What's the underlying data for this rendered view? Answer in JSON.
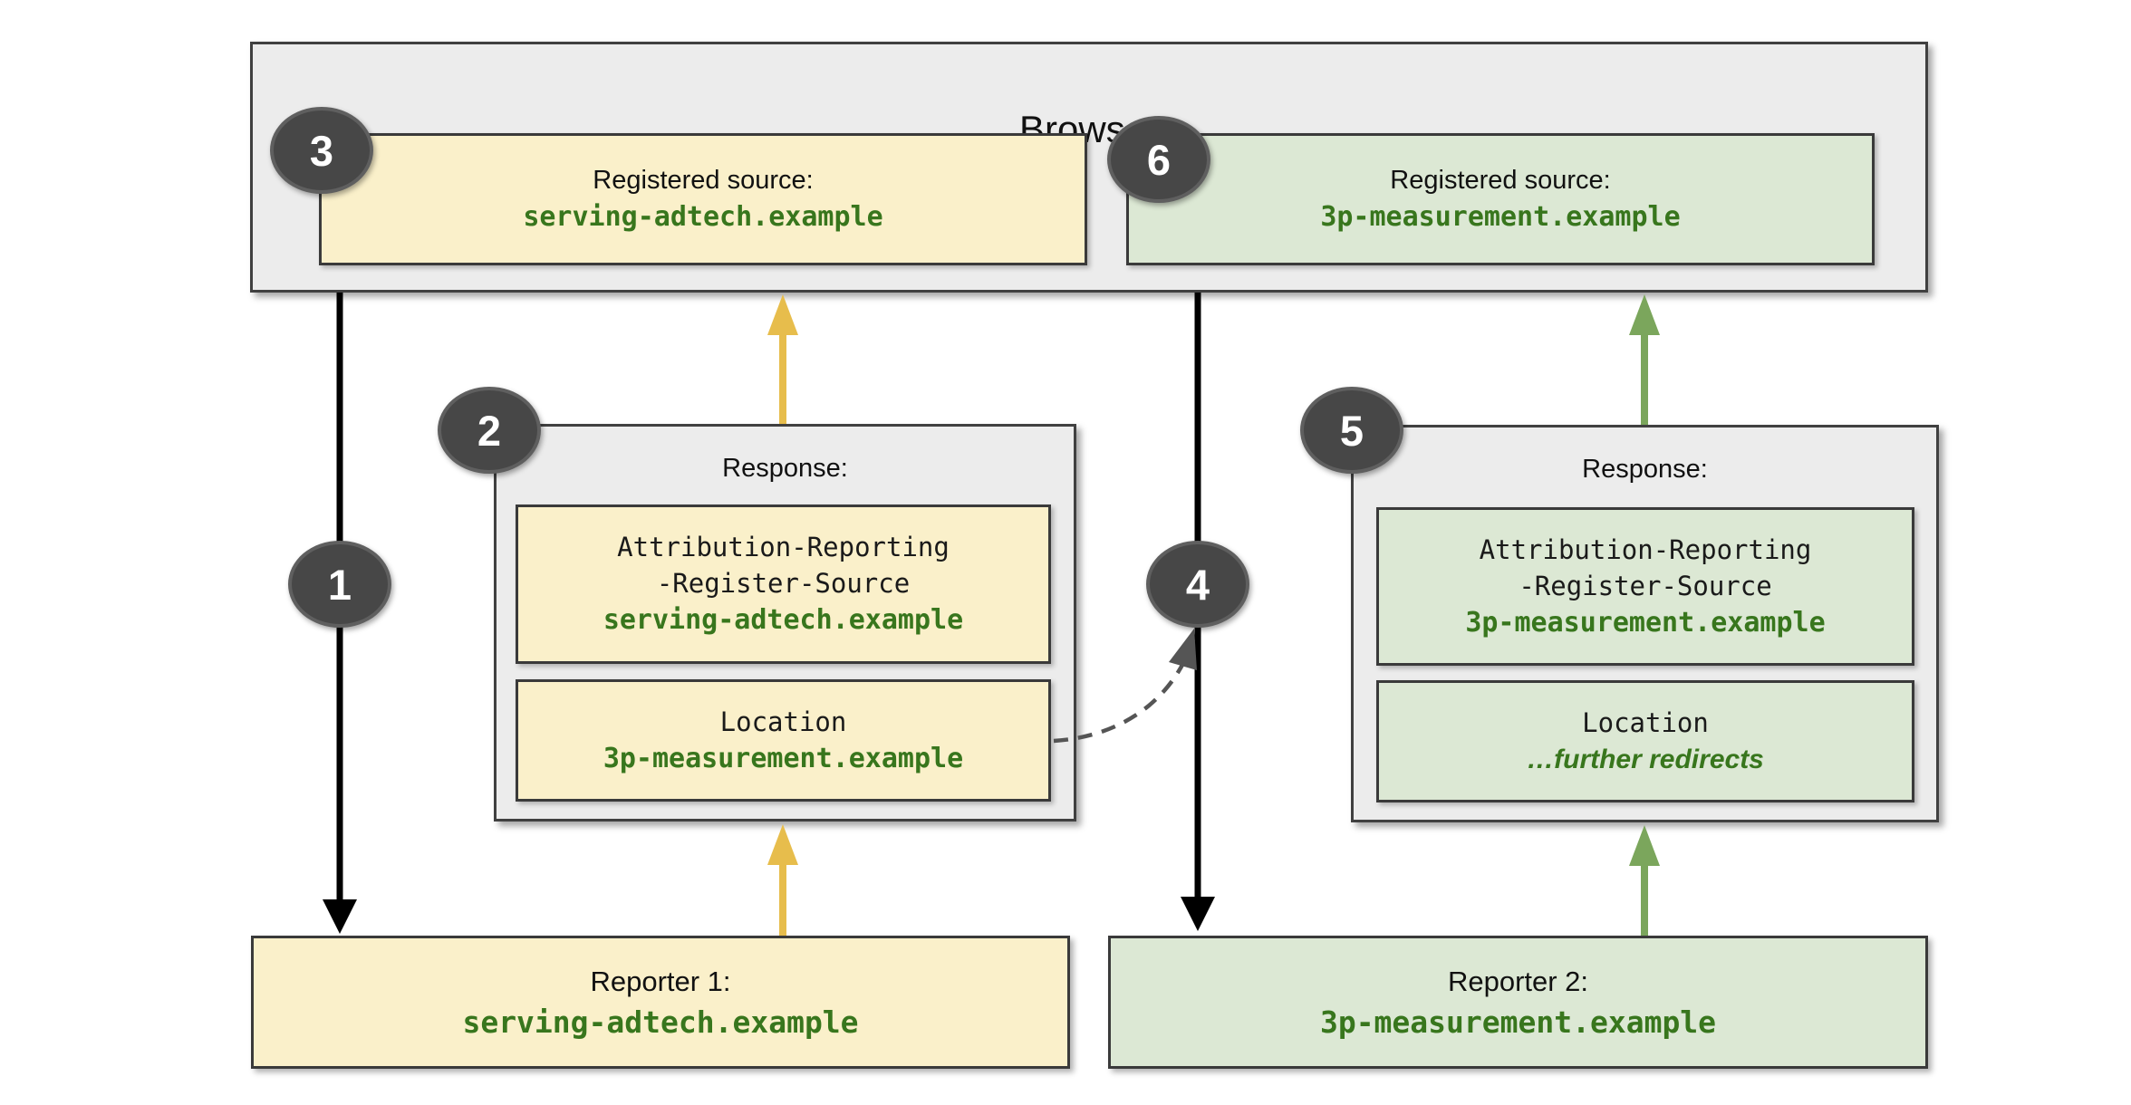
{
  "browser": {
    "title": "Browser"
  },
  "registered_sources": [
    {
      "label": "Registered source:",
      "domain": "serving-adtech.example"
    },
    {
      "label": "Registered source:",
      "domain": "3p-measurement.example"
    }
  ],
  "responses": [
    {
      "label": "Response:",
      "header_line1": "Attribution-Reporting",
      "header_line2": "-Register-Source",
      "header_value": "serving-adtech.example",
      "location_label": "Location",
      "location_value": "3p-measurement.example"
    },
    {
      "label": "Response:",
      "header_line1": "Attribution-Reporting",
      "header_line2": "-Register-Source",
      "header_value": "3p-measurement.example",
      "location_label": "Location",
      "location_value": "…further redirects"
    }
  ],
  "reporters": [
    {
      "label": "Reporter 1:",
      "domain": "serving-adtech.example"
    },
    {
      "label": "Reporter 2:",
      "domain": "3p-measurement.example"
    }
  ],
  "badges": [
    "1",
    "2",
    "3",
    "4",
    "5",
    "6"
  ],
  "colors": {
    "container_fill": "#ececec",
    "container_border": "#404040",
    "yellow_fill": "#faf0ca",
    "green_fill": "#dce8d4",
    "green_text": "#38761d",
    "yellow_arrow": "#e7bd4c",
    "green_arrow": "#7ba65c",
    "black_arrow": "#000000",
    "dashed_arrow": "#555555",
    "badge_fill": "#474747"
  }
}
